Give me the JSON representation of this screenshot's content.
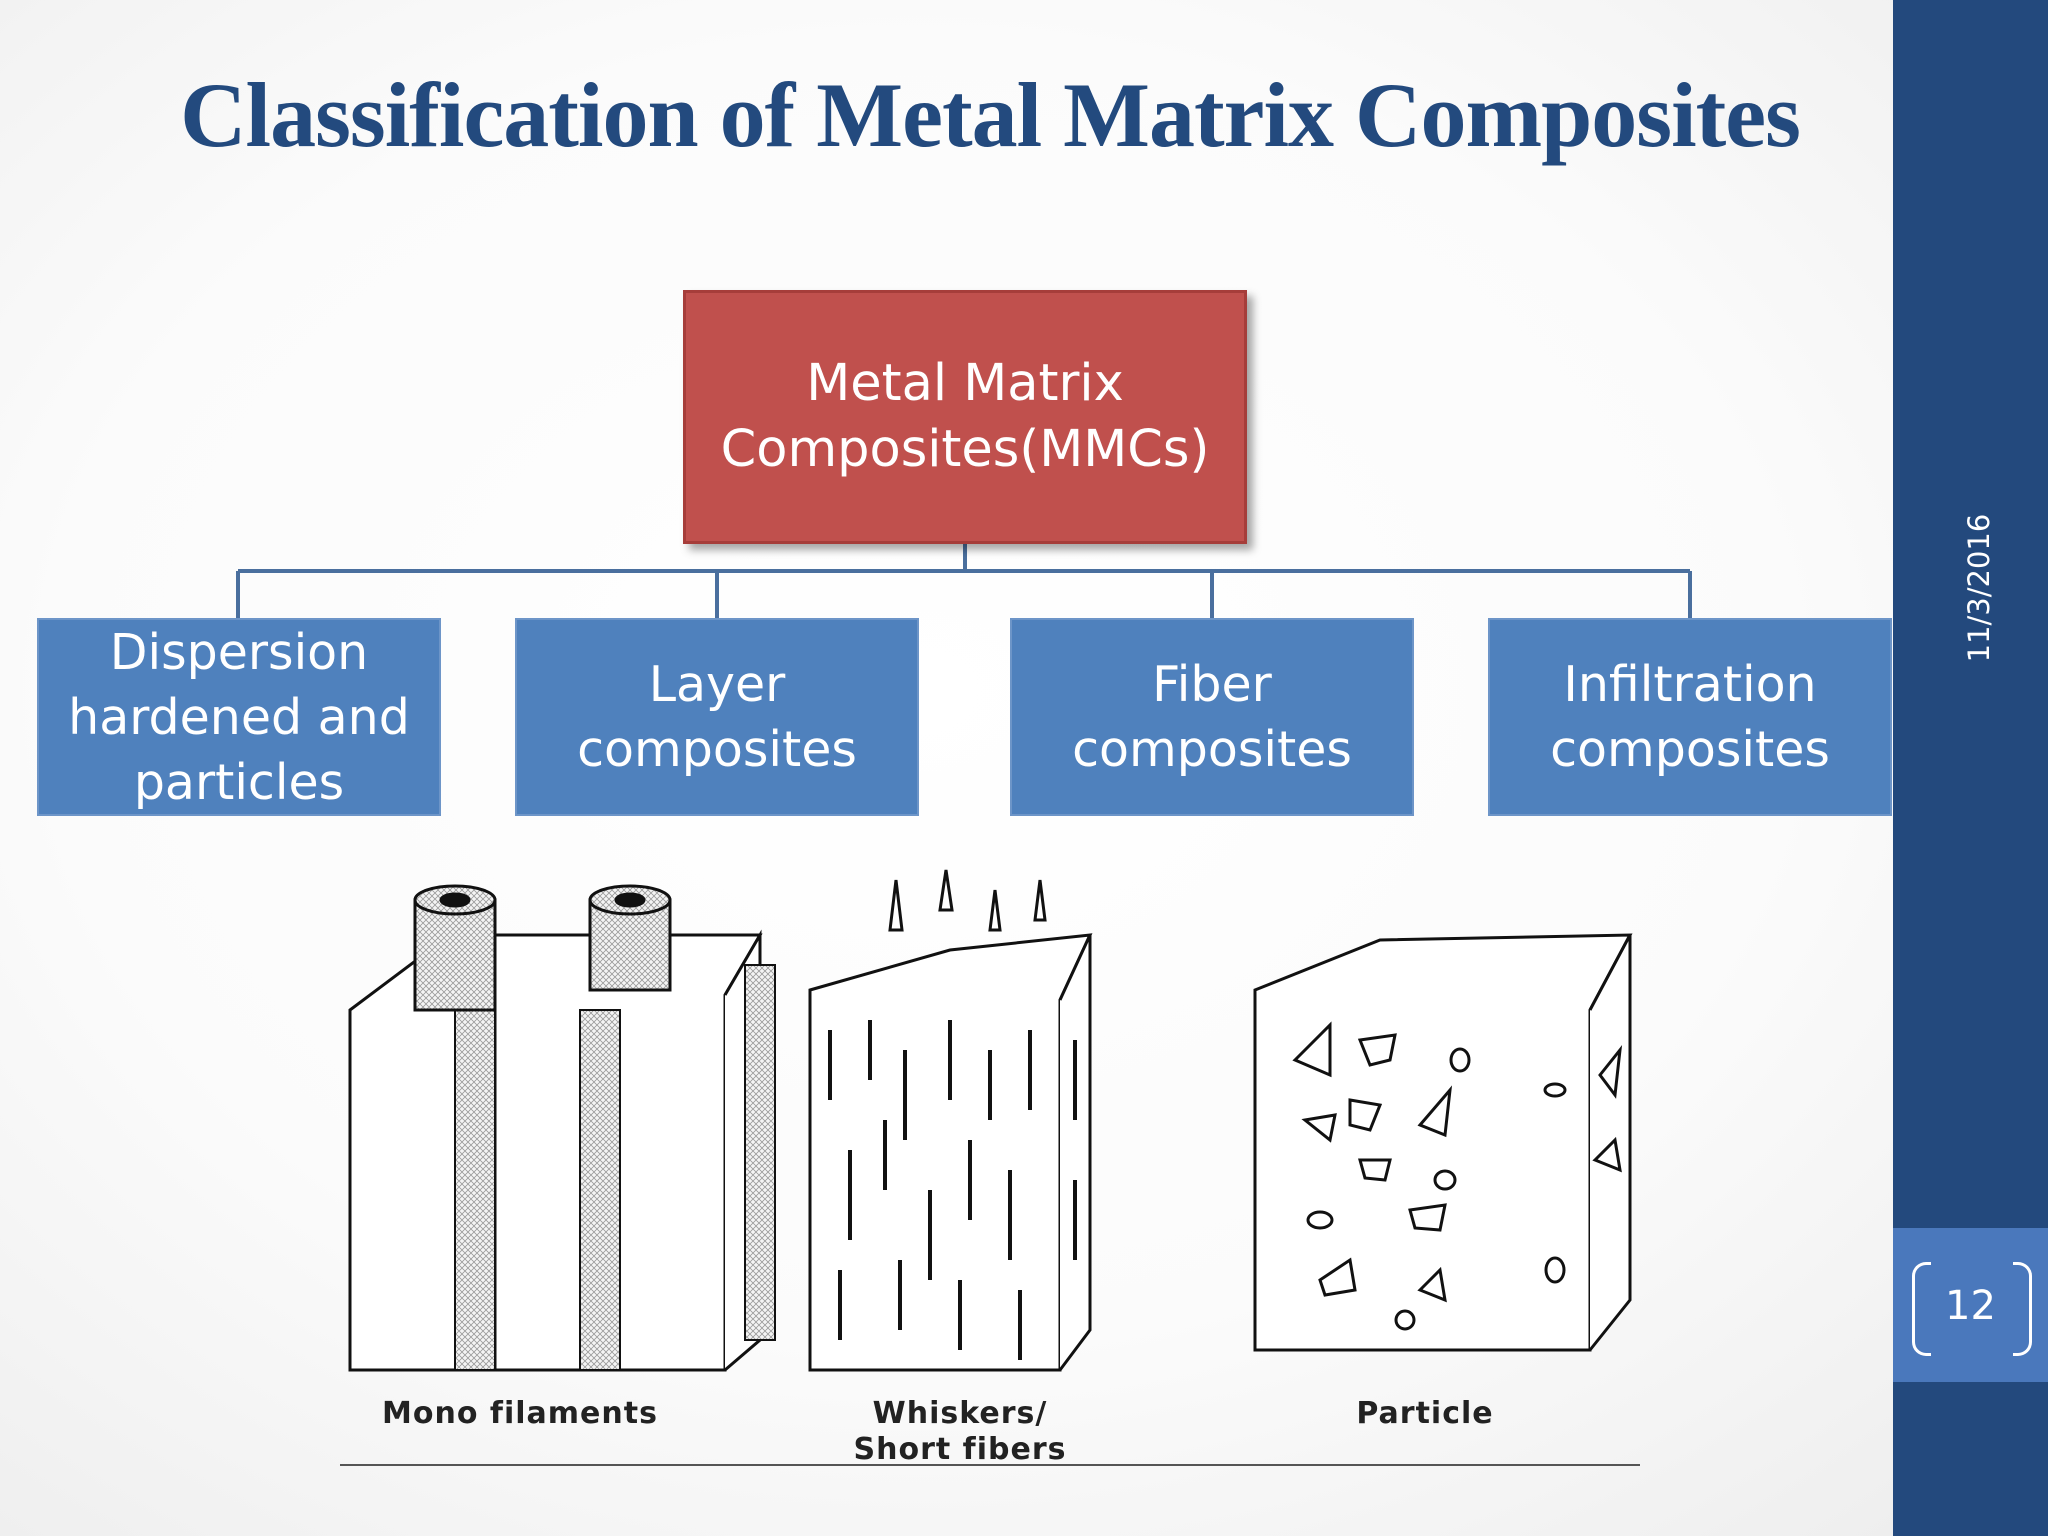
{
  "slide": {
    "title": "Classification of Metal Matrix Composites",
    "date": "11/3/2016",
    "page_number": "12"
  },
  "diagram": {
    "root": "Metal Matrix Composites(MMCs)",
    "children": [
      "Dispersion hardened and particles",
      "Layer composites",
      "Fiber composites",
      "Infiltration composites"
    ]
  },
  "illustration": {
    "labels": [
      "Mono filaments",
      "Whiskers/\nShort fibers",
      "Particle"
    ]
  },
  "colors": {
    "title": "#234a7e",
    "root_box": "#c0504d",
    "child_box": "#4f81bd",
    "sidebar": "#23497d",
    "page_box": "#4a78bc"
  }
}
